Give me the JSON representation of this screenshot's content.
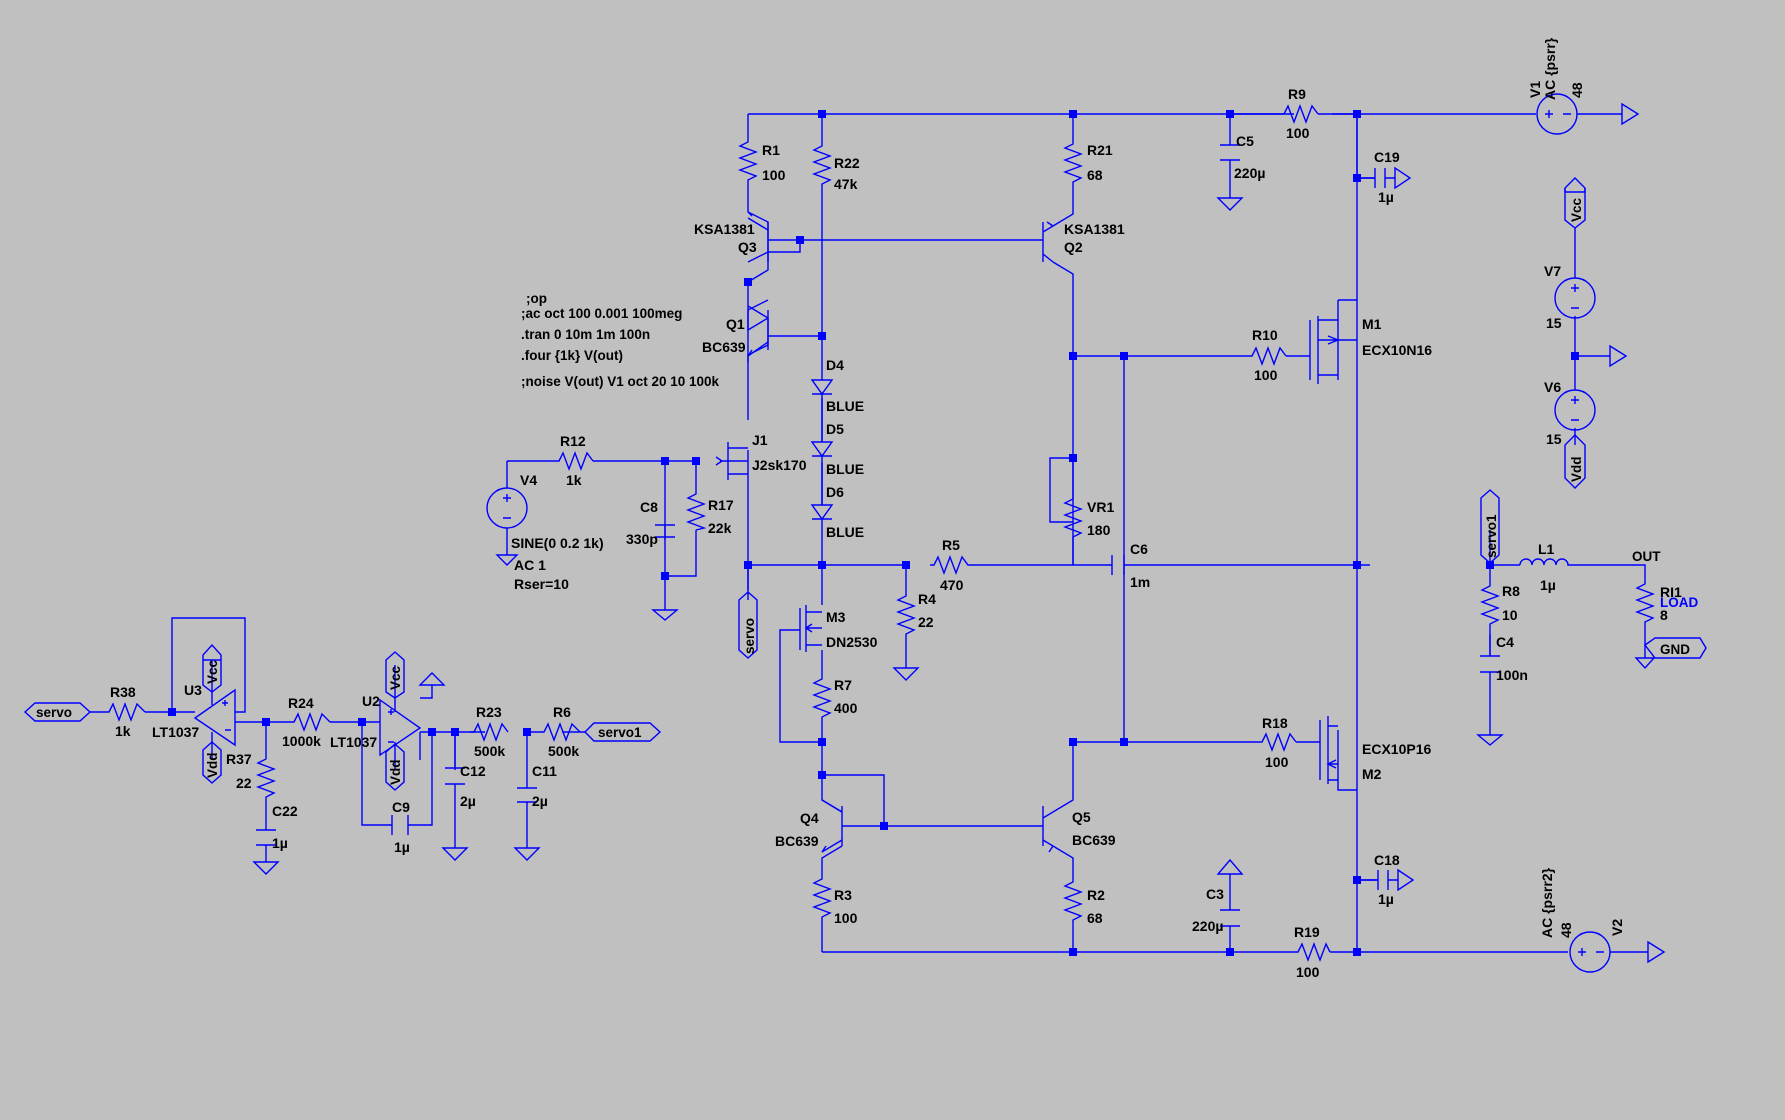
{
  "directives": [
    ";op",
    ";ac oct 100 0.001 100meg",
    ".tran 0 10m 1m 100n",
    ".four {1k}  V(out)",
    ";noise V(out) V1 oct 20 10 100k"
  ],
  "v4": {
    "name": "V4",
    "line1": "SINE(0 0.2 1k)",
    "line2": "AC 1",
    "line3": "Rser=10"
  },
  "comp": {
    "R1": [
      "R1",
      "100"
    ],
    "R22": [
      "R22",
      "47k"
    ],
    "R21": [
      "R21",
      "68"
    ],
    "R9": [
      "R9",
      "100"
    ],
    "R10": [
      "R10",
      "100"
    ],
    "R12": [
      "R12",
      "1k"
    ],
    "R17": [
      "R17",
      "22k"
    ],
    "R5": [
      "R5",
      "470"
    ],
    "R4": [
      "R4",
      "22"
    ],
    "R8": [
      "R8",
      "10"
    ],
    "R7": [
      "R7",
      "400"
    ],
    "R18": [
      "R18",
      "100"
    ],
    "R3": [
      "R3",
      "100"
    ],
    "R2": [
      "R2",
      "68"
    ],
    "R19": [
      "R19",
      "100"
    ],
    "R38": [
      "R38",
      "1k"
    ],
    "R24": [
      "R24",
      "1000k"
    ],
    "R37": [
      "R37",
      "22"
    ],
    "R23": [
      "R23",
      "500k"
    ],
    "R6": [
      "R6",
      "500k"
    ],
    "VR1": [
      "VR1",
      "180"
    ],
    "RI1": [
      "RI1",
      "8"
    ],
    "C5": [
      "C5",
      "220µ"
    ],
    "C19": [
      "C19",
      "1µ"
    ],
    "C8": [
      "C8",
      "330p"
    ],
    "C6": [
      "C6",
      "1m"
    ],
    "C4": [
      "C4",
      "100n"
    ],
    "C3": [
      "C3",
      "220µ"
    ],
    "C18": [
      "C18",
      "1µ"
    ],
    "C22": [
      "C22",
      "1µ"
    ],
    "C9": [
      "C9",
      "1µ"
    ],
    "C12": [
      "C12",
      "2µ"
    ],
    "C11": [
      "C11",
      "2µ"
    ],
    "L1": [
      "L1",
      "1µ"
    ],
    "Q3": [
      "Q3",
      "KSA1381"
    ],
    "Q2": [
      "Q2",
      "KSA1381"
    ],
    "Q1": [
      "Q1",
      "BC639"
    ],
    "Q4": [
      "Q4",
      "BC639"
    ],
    "Q5": [
      "Q5",
      "BC639"
    ],
    "J1": [
      "J1",
      "J2sk170"
    ],
    "M3": [
      "M3",
      "DN2530"
    ],
    "M1": [
      "M1",
      "ECX10N16"
    ],
    "M2": [
      "M2",
      "ECX10P16"
    ],
    "D4": [
      "D4",
      "BLUE"
    ],
    "D5": [
      "D5",
      "BLUE"
    ],
    "D6": [
      "D6",
      "BLUE"
    ],
    "U3": [
      "U3",
      "LT1037"
    ],
    "U2": [
      "U2",
      "LT1037"
    ],
    "V7": [
      "V7",
      "15"
    ],
    "V6": [
      "V6",
      "15"
    ]
  },
  "v1": {
    "name": "V1",
    "ac": "AC {psrr}",
    "value": "48"
  },
  "v2": {
    "name": "V2",
    "ac": "AC {psrr2}",
    "value": "48"
  },
  "nets": {
    "vcc": "Vcc",
    "vdd": "Vdd",
    "servo": "servo",
    "servo1": "servo1",
    "gnd": "GND",
    "out": "OUT",
    "load": "LOAD"
  }
}
